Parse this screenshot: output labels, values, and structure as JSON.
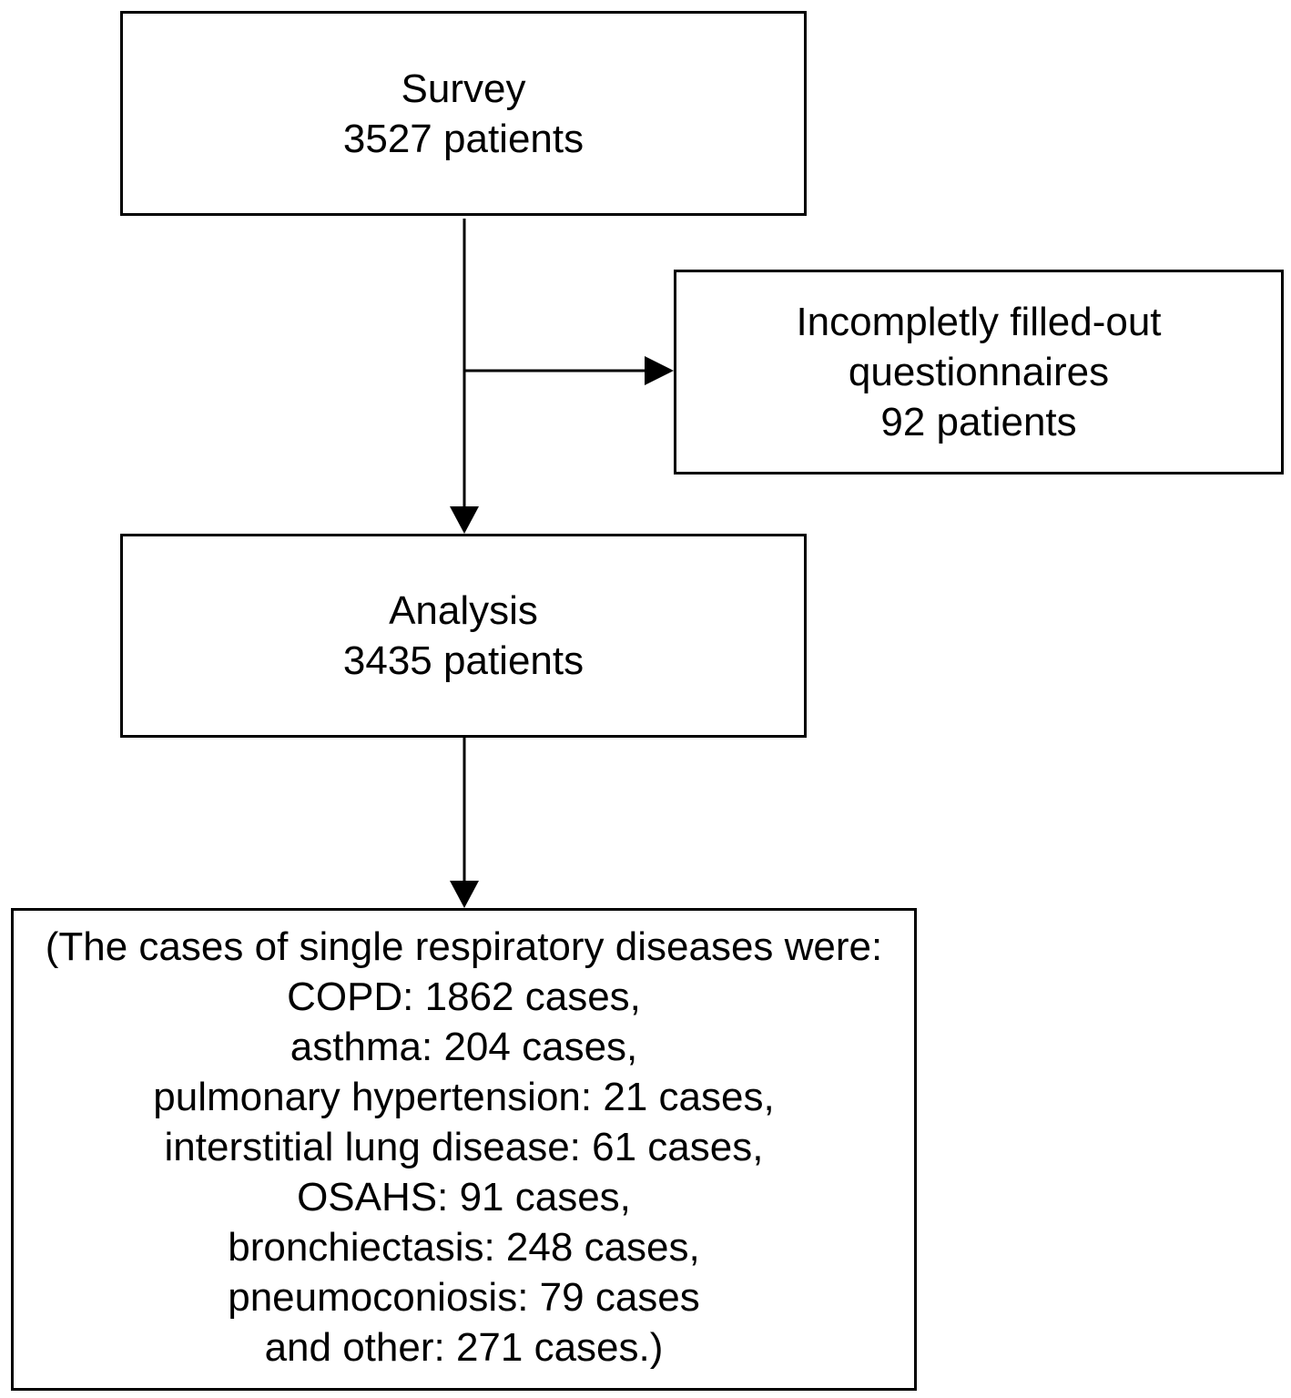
{
  "survey": {
    "title": "Survey",
    "count": "3527 patients"
  },
  "excluded": {
    "line1": "Incompletly filled-out",
    "line2": "questionnaires",
    "count": "92 patients"
  },
  "analysis": {
    "title": "Analysis",
    "count": "3435 patients"
  },
  "diseases": {
    "intro": "(The cases of single respiratory diseases were:",
    "items": [
      "COPD: 1862 cases,",
      "asthma: 204 cases,",
      "pulmonary hypertension: 21 cases,",
      "interstitial lung disease: 61 cases,",
      "OSAHS: 91 cases,",
      "bronchiectasis: 248 cases,",
      "pneumoconiosis: 79 cases",
      "and other: 271 cases.)"
    ]
  },
  "colors": {
    "stroke": "#000000",
    "background": "#ffffff"
  }
}
